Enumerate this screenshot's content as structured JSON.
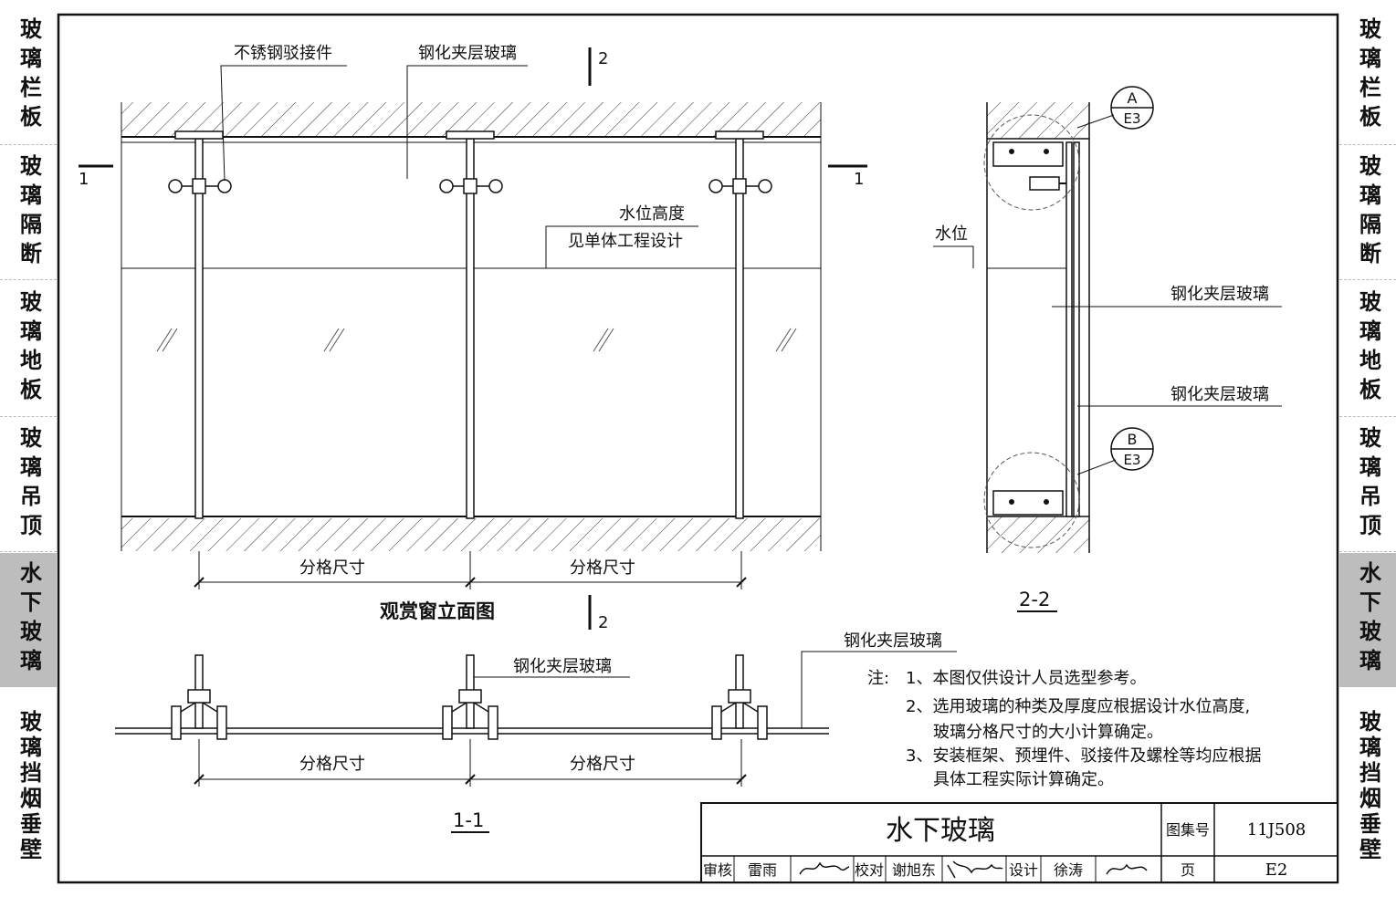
{
  "side_tabs": [
    {
      "label": "玻璃栏板",
      "active": false
    },
    {
      "label": "玻璃隔断",
      "active": false
    },
    {
      "label": "玻璃地板",
      "active": false
    },
    {
      "label": "玻璃吊顶",
      "active": false
    },
    {
      "label": "水下玻璃",
      "active": true
    },
    {
      "label": "玻璃挡烟垂壁",
      "active": false
    }
  ],
  "elevation": {
    "title": "观赏窗立面图",
    "label_fitting": "不锈钢驳接件",
    "label_glass": "钢化夹层玻璃",
    "label_water_line1": "水位高度",
    "label_water_line2": "见单体工程设计",
    "dim_label": "分格尺寸",
    "cut_1": "1",
    "cut_2": "2"
  },
  "section_1_1": {
    "title": "1-1",
    "label_glass_a": "钢化夹层玻璃",
    "label_glass_b": "钢化夹层玻璃",
    "dim_label": "分格尺寸"
  },
  "section_2_2": {
    "title": "2-2",
    "label_water": "水位",
    "label_glass_1": "钢化夹层玻璃",
    "label_glass_2": "钢化夹层玻璃",
    "detail_a_top": "A",
    "detail_a_bottom": "E3",
    "detail_b_top": "B",
    "detail_b_bottom": "E3"
  },
  "notes": {
    "prefix": "注:",
    "items": [
      "1、本图仅供设计人员选型参考。",
      "2、选用玻璃的种类及厚度应根据设计水位高度,",
      "玻璃分格尺寸的大小计算确定。",
      "3、安装框架、预埋件、驳接件及螺栓等均应根据",
      "具体工程实际计算确定。"
    ]
  },
  "title_block": {
    "title": "水下玻璃",
    "atlas_label": "图集号",
    "atlas_no": "11J508",
    "review_label": "审核",
    "reviewer": "雷雨",
    "check_label": "校对",
    "checker": "谢旭东",
    "design_label": "设计",
    "designer": "徐涛",
    "page_label": "页",
    "page_no": "E2"
  },
  "colors": {
    "line": "#111111",
    "tab_active": "#bdbdbd"
  }
}
